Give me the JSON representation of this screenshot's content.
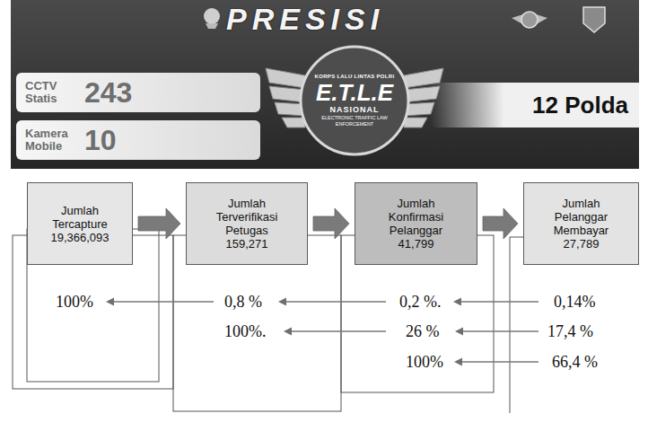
{
  "diagram": {
    "nodes": [
      {
        "text": [
          "PRESISI"
        ]
      },
      {
        "text": [
          "CCTV Statis",
          "243"
        ],
        "in": 0
      },
      {
        "text": [
          "KORPS LALU LINTAS POLRI",
          "E.T.L.E",
          "NASIONAL",
          "ELECTRONIC TRAFFIC LAW ENFORCEMENT"
        ],
        "in": 0
      },
      {
        "text": [
          "12 Polda"
        ],
        "in": 0
      },
      {
        "text": [
          "Kamera Mobile",
          "10"
        ],
        "in": 0
      },
      {
        "text": [
          "Jumlah Tercapture",
          "19,366,093"
        ]
      },
      {
        "text": [
          "Jumlah Terverifikasi Petugas",
          "159,271"
        ]
      },
      {
        "text": [
          "Jumlah Konfirmasi Pelanggar",
          "41,799"
        ]
      },
      {
        "text": [
          "Jumlah Pelanggar Membayar",
          "27,789"
        ]
      }
    ],
    "edges": [
      {
        "from": 5,
        "to": 6,
        "arrow": "to"
      },
      {
        "from": 6,
        "to": 7,
        "arrow": "to"
      },
      {
        "from": 7,
        "to": 8,
        "arrow": "to"
      }
    ],
    "labels": [
      "100%",
      "0,8 %",
      "0,2 %.",
      "0,14%",
      "100%.",
      "26 %",
      "17,4 %",
      "100%",
      "66,4 %"
    ]
  }
}
